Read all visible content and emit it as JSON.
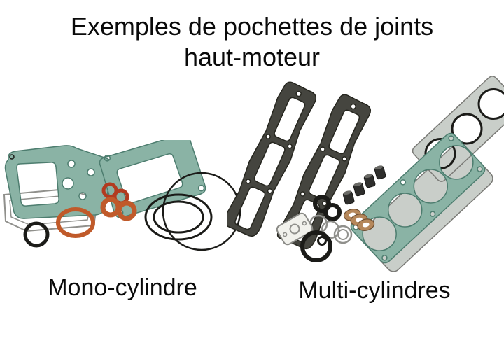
{
  "title": {
    "line1": "Exemples de pochettes de joints",
    "line2": "haut-moteur"
  },
  "labels": {
    "mono": "Mono-cylindre",
    "multi": "Multi-cylindres"
  },
  "colors": {
    "teal": "#8ab3a5",
    "teal_stroke": "#4d7d6f",
    "dark_gasket": "#45453f",
    "dark_gasket_stroke": "#26261f",
    "black": "#1b1b18",
    "orange": "#c05a2a",
    "red": "#b23b20",
    "gray_line": "#90908c",
    "copper": "#b5875a",
    "light_gray_fill": "#c9cec9",
    "plate_fill": "#f1f1ec"
  }
}
